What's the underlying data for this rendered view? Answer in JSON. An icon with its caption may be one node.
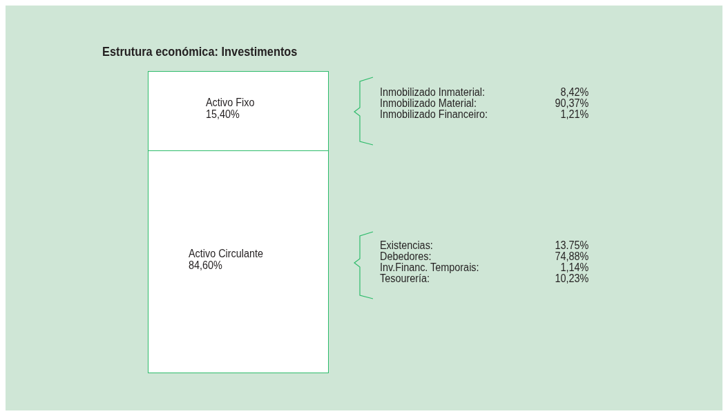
{
  "diagram": {
    "title": "Estrutura económica: Investimentos",
    "nodes": [
      {
        "text": [
          "Activo Fixo",
          "15,40%"
        ]
      },
      {
        "text": [
          "Activo Circulante",
          "84,60%"
        ]
      }
    ],
    "edges": [],
    "labels": [
      "Inmobilizado Inmaterial:",
      "8,42%",
      "Inmobilizado Material:",
      "90,37%",
      "Inmobilizado Financeiro:",
      "1,21%",
      "Existencias:",
      "13.75%",
      "Debedores:",
      "74,88%",
      "Inv.Financ. Temporais:",
      "1,14%",
      "Tesourería:",
      "10,23%"
    ]
  }
}
